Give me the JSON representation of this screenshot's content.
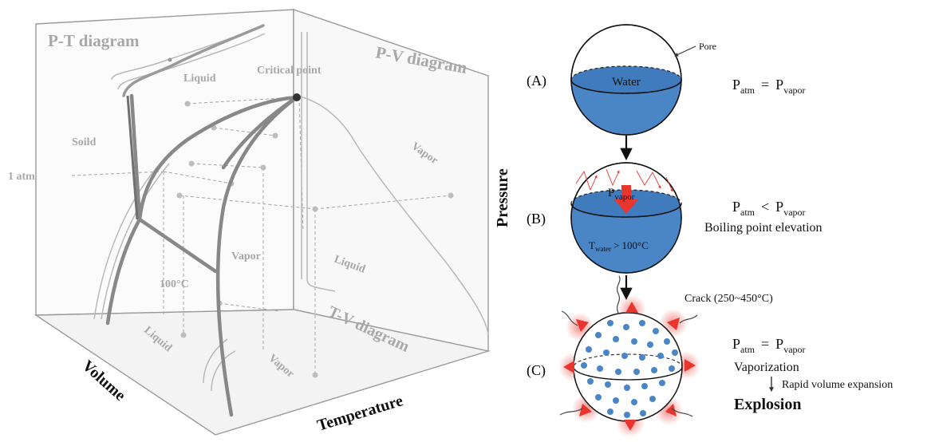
{
  "left_diagram": {
    "pt_title": "P-T diagram",
    "pv_title": "P-V diagram",
    "tv_title": "T-V diagram",
    "critical_point": "Critical point",
    "liquid": "Liquid",
    "solid": "Soild",
    "vapor": "Vapor",
    "one_atm": "1 atm",
    "hundred_c": "100°C",
    "axis_pressure": "Pressure",
    "axis_volume": "Volume",
    "axis_temperature": "Temperature"
  },
  "right_diagram": {
    "pore": "Pore",
    "a": {
      "tag": "(A)",
      "inner": "Water",
      "eq": {
        "P": "P",
        "sub_left": "atm",
        "op": "=",
        "sub_right": "vapor"
      }
    },
    "b": {
      "tag": "(B)",
      "inner_p": "P",
      "inner_p_sub": "vapor",
      "twater": "T",
      "twater_sub": "water",
      "twater_rest": "> 100°C",
      "eq": {
        "P": "P",
        "sub_left": "atm",
        "op": "<",
        "sub_right": "vapor"
      },
      "note": "Boiling point elevation"
    },
    "c": {
      "tag": "(C)",
      "crack": "Crack (250~450°C)",
      "eq": {
        "P": "P",
        "sub_left": "atm",
        "op": "=",
        "sub_right": "vapor"
      },
      "vaporization": "Vaporization",
      "rapid": "Rapid volume expansion",
      "explosion": "Explosion"
    }
  },
  "colors": {
    "water": "#4a86c5",
    "water_dark": "#2f6aa8",
    "box_line": "#9a9a9a",
    "label_gray": "#a8a8a8",
    "arrow_red": "#e8352e",
    "dot_blue": "#4a86c5"
  }
}
